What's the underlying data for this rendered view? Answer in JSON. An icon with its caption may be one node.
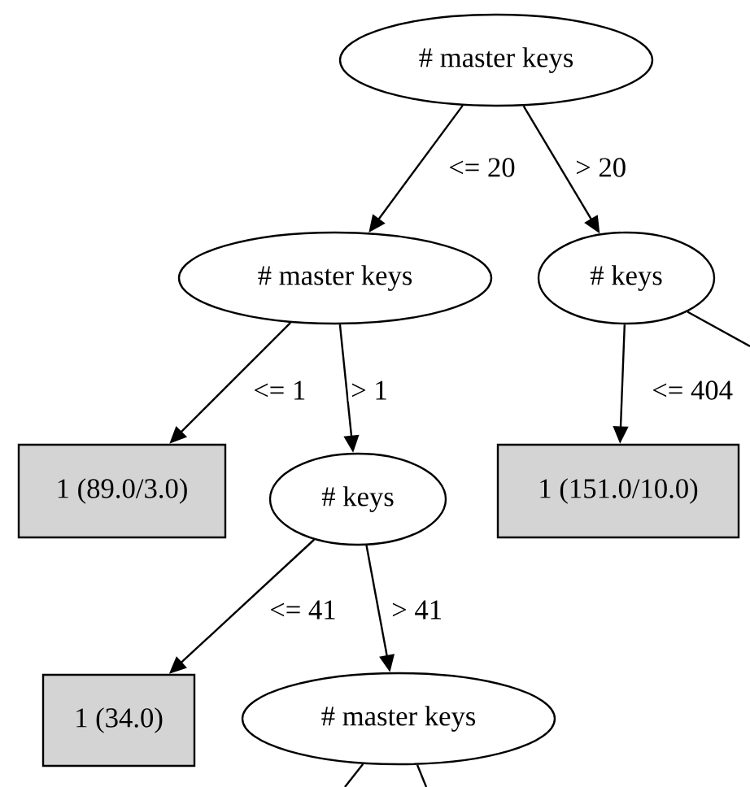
{
  "diagram": {
    "nodes": [
      {
        "text": [
          "# master keys"
        ]
      },
      {
        "text": [
          "# master keys"
        ]
      },
      {
        "text": [
          "# keys"
        ]
      },
      {
        "text": [
          "1 (89.0/3.0)"
        ]
      },
      {
        "text": [
          "# keys"
        ]
      },
      {
        "text": [
          "1 (151.0/10.0)"
        ]
      },
      {
        "text": [
          "1 (34.0)"
        ]
      },
      {
        "text": [
          "# master keys"
        ]
      }
    ],
    "edges": [
      {
        "from": 0,
        "to": 1,
        "arrow": "to",
        "label": "<= 20"
      },
      {
        "from": 0,
        "to": 2,
        "arrow": "to",
        "label": "> 20"
      },
      {
        "from": 1,
        "to": 3,
        "arrow": "to",
        "label": "<= 1"
      },
      {
        "from": 1,
        "to": 4,
        "arrow": "to",
        "label": "> 1"
      },
      {
        "from": 2,
        "to": 5,
        "arrow": "to",
        "label": "<= 404"
      },
      {
        "from": 2,
        "to": null,
        "arrow": "none"
      },
      {
        "from": 4,
        "to": 6,
        "arrow": "to",
        "label": "<= 41"
      },
      {
        "from": 4,
        "to": 7,
        "arrow": "to",
        "label": "> 41"
      },
      {
        "from": 7,
        "to": null,
        "arrow": "none"
      },
      {
        "from": 7,
        "to": null,
        "arrow": "none"
      }
    ]
  }
}
